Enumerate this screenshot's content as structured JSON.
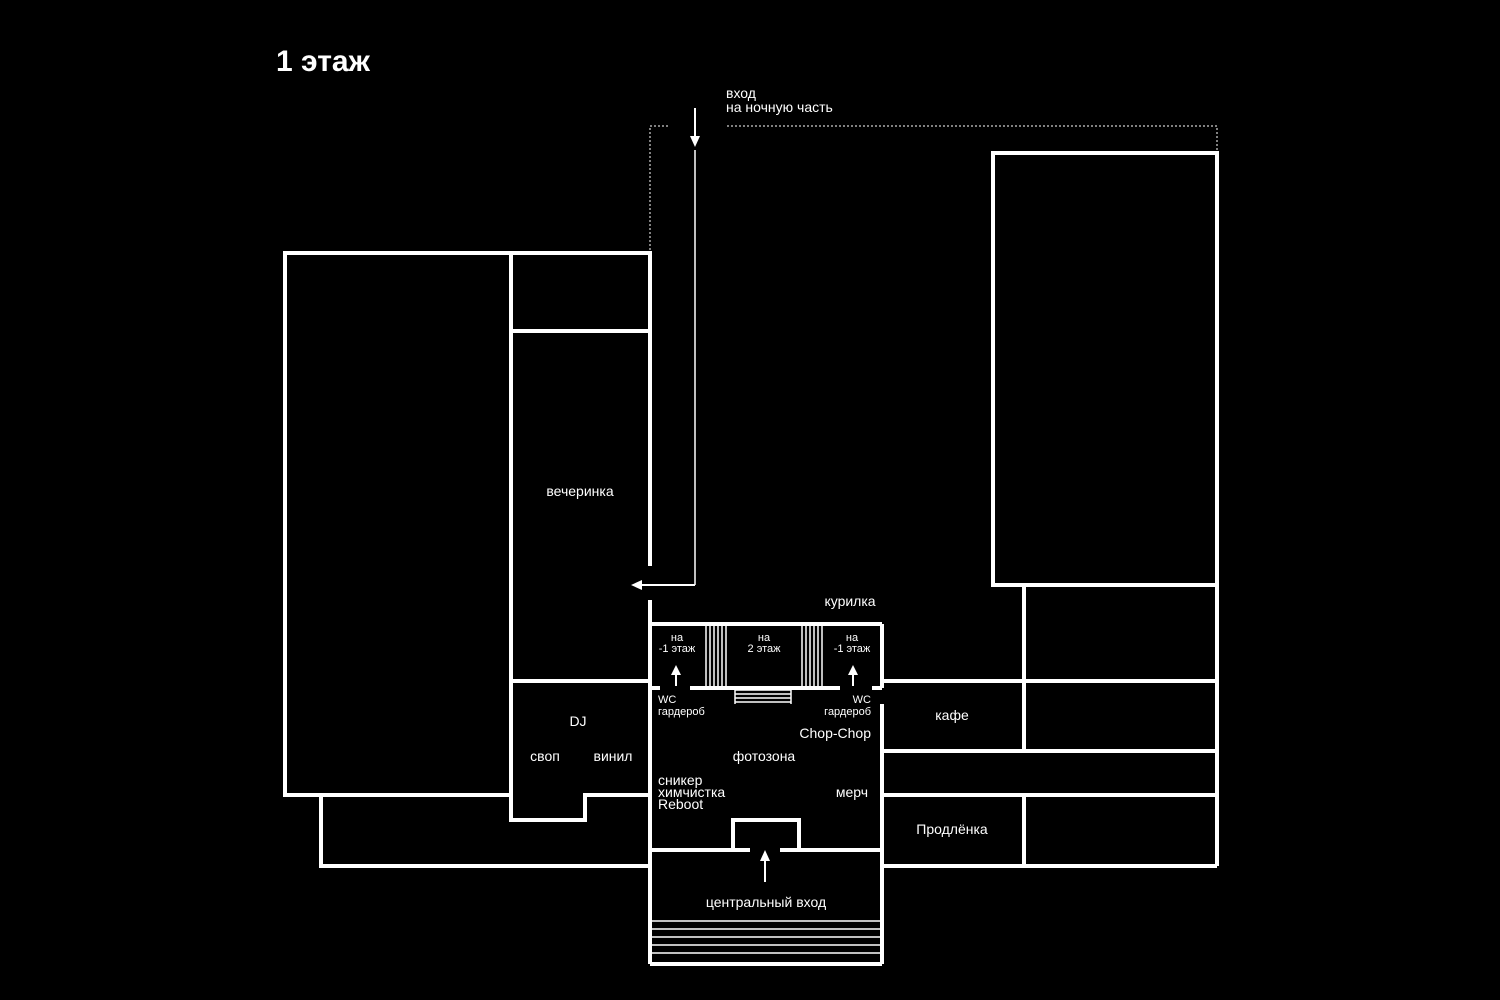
{
  "title": "1 этаж",
  "colors": {
    "background": "#000000",
    "lines": "#ffffff"
  },
  "entrances": {
    "night": [
      "вход",
      "на ночную часть"
    ],
    "central": "центральный вход"
  },
  "zones": {
    "party": "вечеринка",
    "smoking": "курилка",
    "dj": "DJ",
    "swap": "своп",
    "vinyl": "винил",
    "cafe": "кафе",
    "chop_chop": "Chop-Chop",
    "photozone": "фотозона",
    "sneaker": [
      "сникер",
      "химчистка",
      "Reboot"
    ],
    "merch": "мерч",
    "prodlenka": "Продлёнка"
  },
  "stairs": {
    "left_down": [
      "на",
      "-1 этаж"
    ],
    "up": [
      "на",
      "2 этаж"
    ],
    "right_down": [
      "на",
      "-1 этаж"
    ]
  },
  "services": {
    "left": [
      "WC",
      "гардероб"
    ],
    "right": [
      "WC",
      "гардероб"
    ]
  },
  "icons": [
    "arrow-down-icon",
    "arrow-left-icon",
    "arrow-up-icon"
  ]
}
